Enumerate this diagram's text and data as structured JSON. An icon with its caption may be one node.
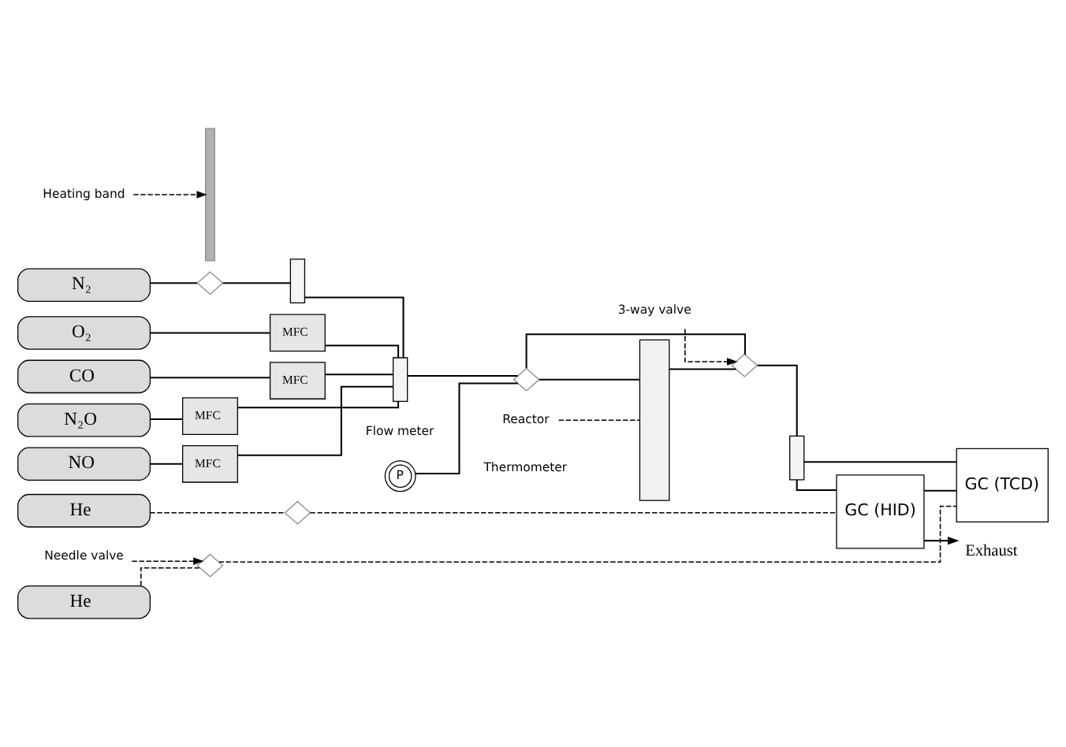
{
  "diagram": {
    "nodes": [
      {
        "text": [
          "N₂"
        ]
      },
      {
        "text": [
          "O₂"
        ]
      },
      {
        "text": [
          "CO"
        ]
      },
      {
        "text": [
          "N₂O"
        ]
      },
      {
        "text": [
          "NO"
        ]
      },
      {
        "text": [
          "He"
        ]
      },
      {
        "text": [
          "He"
        ]
      },
      {
        "text": [
          "MFC"
        ]
      },
      {
        "text": [
          "MFC"
        ]
      },
      {
        "text": [
          "MFC"
        ]
      },
      {
        "text": [
          "MFC"
        ]
      },
      {
        "text": [],
        "shape": "valve"
      },
      {
        "text": [],
        "shape": "valve"
      },
      {
        "text": [],
        "shape": "valve"
      },
      {
        "text": [],
        "shape": "box"
      },
      {
        "text": [],
        "shape": "box",
        "beside": [
          "Flow meter"
        ]
      },
      {
        "text": [
          "P"
        ]
      },
      {
        "text": [],
        "shape": "valve"
      },
      {
        "text": [],
        "shape": "cylinder"
      },
      {
        "text": [],
        "shape": "bar"
      },
      {
        "text": [
          "Reactor"
        ]
      },
      {
        "text": [
          "Heating band"
        ]
      },
      {
        "text": [],
        "shape": "valve"
      },
      {
        "text": [],
        "shape": "box"
      },
      {
        "text": [
          "GC (HID)"
        ]
      },
      {
        "text": [
          "GC (TCD)"
        ]
      },
      {
        "text": [
          "Exhaust"
        ]
      },
      {
        "text": [
          "Needle valve"
        ]
      },
      {
        "text": [
          "3-way valve"
        ]
      }
    ],
    "edges": [
      {
        "from": 0,
        "to": 11,
        "arrow": "none"
      },
      {
        "from": 11,
        "to": 14,
        "arrow": "none"
      },
      {
        "from": 1,
        "to": 7,
        "arrow": "none"
      },
      {
        "from": 2,
        "to": 8,
        "arrow": "none"
      },
      {
        "from": 3,
        "to": 9,
        "arrow": "none"
      },
      {
        "from": 4,
        "to": 10,
        "arrow": "none"
      },
      {
        "from": 14,
        "to": 15,
        "arrow": "none"
      },
      {
        "from": 7,
        "to": 15,
        "arrow": "none"
      },
      {
        "from": 8,
        "to": 15,
        "arrow": "none"
      },
      {
        "from": 9,
        "to": 15,
        "arrow": "none"
      },
      {
        "from": 10,
        "to": 15,
        "arrow": "none"
      },
      {
        "from": 15,
        "to": 17,
        "arrow": "none"
      },
      {
        "from": 16,
        "to": 17,
        "arrow": "none"
      },
      {
        "from": 17,
        "to": 18,
        "arrow": "none"
      },
      {
        "from": 17,
        "to": 22,
        "arrow": "none"
      },
      {
        "from": 18,
        "to": 22,
        "arrow": "none"
      },
      {
        "from": 22,
        "to": 23,
        "arrow": "none"
      },
      {
        "from": 23,
        "to": 24,
        "arrow": "none"
      },
      {
        "from": 23,
        "to": 25,
        "arrow": "none"
      },
      {
        "from": 24,
        "to": 25,
        "arrow": "none"
      },
      {
        "from": 24,
        "to": 26,
        "arrow": "to"
      },
      {
        "from": 5,
        "to": 12,
        "arrow": "none",
        "style": "dashed"
      },
      {
        "from": 12,
        "to": 24,
        "arrow": "none",
        "style": "dashed"
      },
      {
        "from": 6,
        "to": 13,
        "arrow": "none",
        "style": "dashed"
      },
      {
        "from": 13,
        "to": 25,
        "arrow": "none",
        "style": "dashed"
      },
      {
        "from": 20,
        "to": 18,
        "arrow": "none",
        "style": "dashed"
      },
      {
        "from": 21,
        "to": 19,
        "arrow": "to",
        "style": "dashed"
      },
      {
        "from": 27,
        "to": 13,
        "arrow": "to",
        "style": "dashed"
      },
      {
        "from": 28,
        "to": 22,
        "arrow": "to",
        "style": "dashed"
      }
    ],
    "labels": [
      "Thermometer"
    ]
  }
}
